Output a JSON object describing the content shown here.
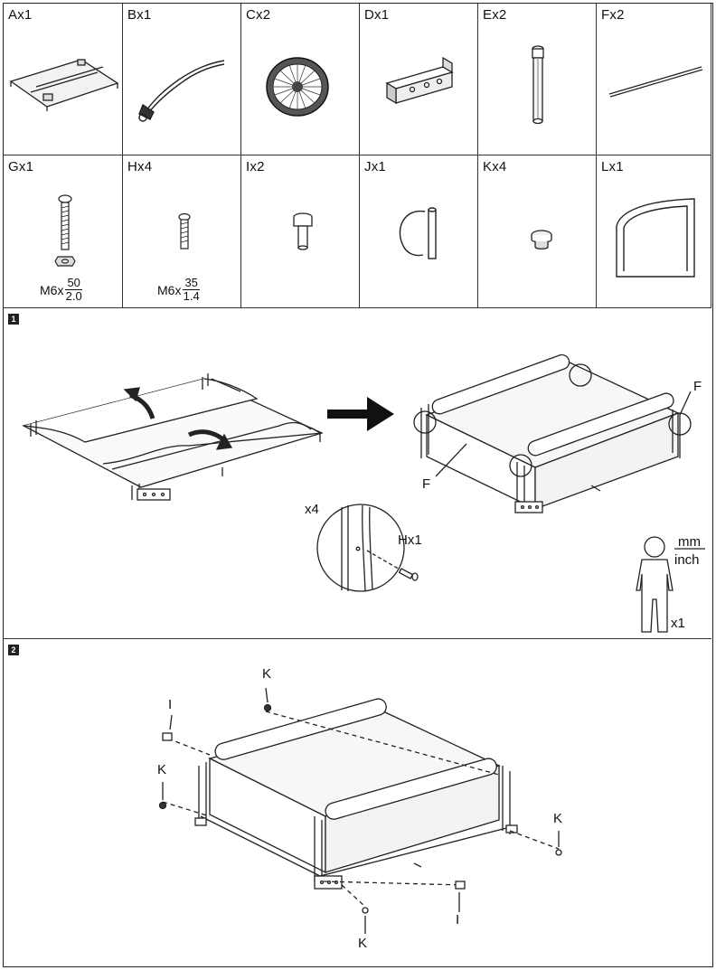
{
  "parts": [
    {
      "label": "Ax1"
    },
    {
      "label": "Bx1"
    },
    {
      "label": "Cx2"
    },
    {
      "label": "Dx1"
    },
    {
      "label": "Ex2"
    },
    {
      "label": "Fx2"
    },
    {
      "label": "Gx1"
    },
    {
      "label": "Hx4"
    },
    {
      "label": "Ix2"
    },
    {
      "label": "Jx1"
    },
    {
      "label": "Kx4"
    },
    {
      "label": "Lx1"
    }
  ],
  "specs": {
    "g": {
      "prefix": "M6x",
      "num": "50",
      "den": "2.0"
    },
    "h": {
      "prefix": "M6x",
      "num": "35",
      "den": "1.4"
    }
  },
  "step1": {
    "number": "1",
    "f_label_right": "F",
    "f_label_left": "F",
    "x4": "x4",
    "hx1": "Hx1",
    "mm": "mm",
    "inch": "inch",
    "x1": "x1"
  },
  "step2": {
    "number": "2",
    "k_top": "K",
    "i_left": "I",
    "k_left": "K",
    "k_right": "K",
    "i_bottom": "I",
    "k_bottom": "K"
  }
}
